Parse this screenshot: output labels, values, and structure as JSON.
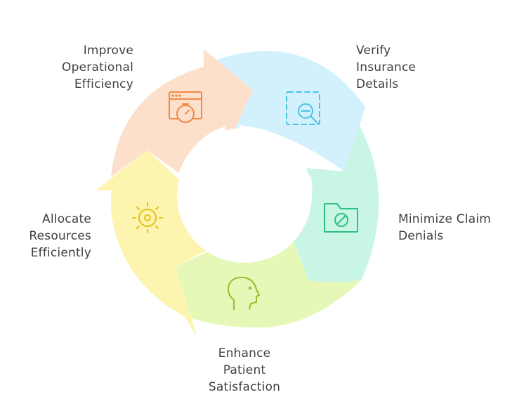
{
  "steps": [
    {
      "lines": [
        "Verify",
        "Insurance",
        "Details"
      ],
      "icon": "search-frame-icon",
      "color": "#d3f1fd",
      "stroke": "#4cc3e6"
    },
    {
      "lines": [
        "Minimize Claim",
        "Denials"
      ],
      "icon": "folder-blocked-icon",
      "color": "#c8f5e4",
      "stroke": "#2fbf8a"
    },
    {
      "lines": [
        "Enhance",
        "Patient",
        "Satisfaction"
      ],
      "icon": "head-profile-icon",
      "color": "#e6f8b8",
      "stroke": "#93c02c"
    },
    {
      "lines": [
        "Allocate",
        "Resources",
        "Efficiently"
      ],
      "icon": "sun-icon",
      "color": "#fdf4b0",
      "stroke": "#e3c213"
    },
    {
      "lines": [
        "Improve",
        "Operational",
        "Efficiency"
      ],
      "icon": "stopwatch-window-icon",
      "color": "#fde0cc",
      "stroke": "#ef8a45"
    }
  ]
}
